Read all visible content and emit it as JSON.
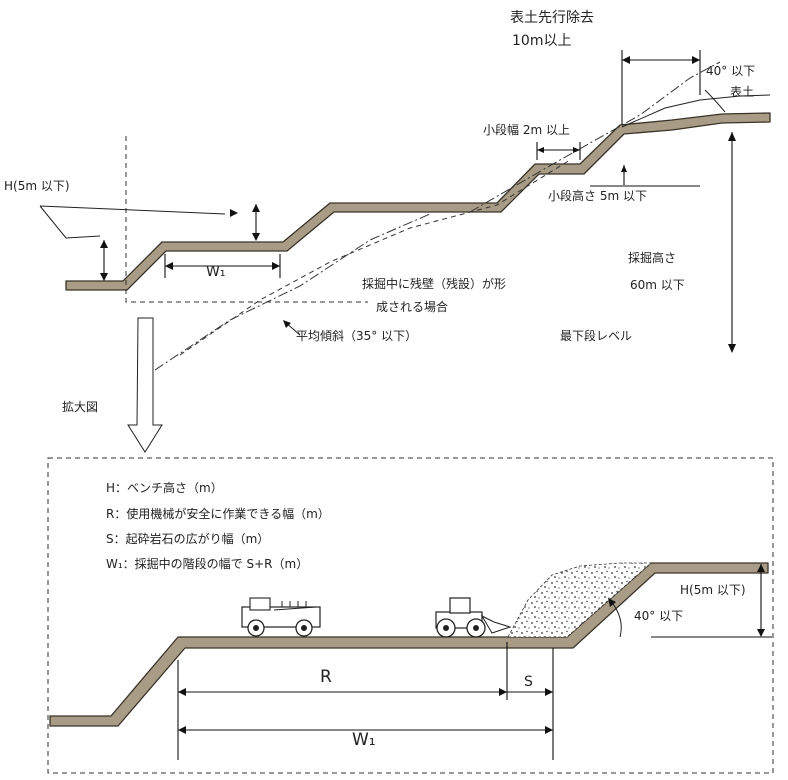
{
  "top_diagram": {
    "topsoil_removal_title": "表土先行除去",
    "topsoil_removal_width": "10m以上",
    "topsoil_angle": "40° 以下",
    "topsoil": "表土",
    "small_step_width": "小段幅 2m 以上",
    "small_step_height": "小段高さ 5m 以下",
    "bench_height_max": "H(5m 以下)",
    "bench_width": "W₁",
    "mining_depth_label": "採掘高さ",
    "mining_depth_value": "60m 以下",
    "wall_formed_line1": "採掘中に残壁（残設）が形",
    "wall_formed_line2": "成される場合",
    "average_slope": "平均傾斜（35° 以下）",
    "lowest_level": "最下段レベル",
    "enlarged_view": "拡大図"
  },
  "bottom_diagram": {
    "legend_h": "H：ベンチ高さ（m）",
    "legend_r": "R：使用機械が安全に作業できる幅（m）",
    "legend_s": "S：起砕岩石の広がり幅（m）",
    "legend_w": "W₁：採掘中の階段の幅で S+R（m）",
    "bench_height_max": "H(5m 以下)",
    "face_angle": "40° 以下",
    "r_label": "R",
    "s_label": "S",
    "w_label": "W₁"
  }
}
